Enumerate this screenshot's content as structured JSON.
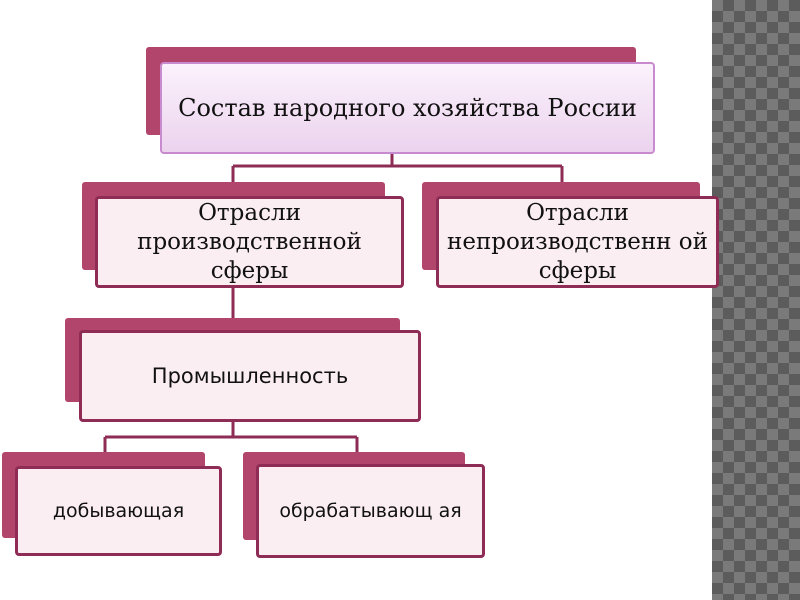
{
  "diagram": {
    "root": {
      "label": "Состав народного хозяйства России"
    },
    "production": {
      "label": "Отрасли производственной сферы"
    },
    "non_production": {
      "label": "Отрасли непроизводственн ой сферы"
    },
    "industry": {
      "label": "Промышленность"
    },
    "extracting": {
      "label": "добывающая"
    },
    "processing": {
      "label": "обрабатывающ ая"
    }
  },
  "colors": {
    "shadow": "#b2456b",
    "border": "#8e2c55",
    "root_border": "#c98bcf",
    "box_fill": "#fbeef2"
  }
}
